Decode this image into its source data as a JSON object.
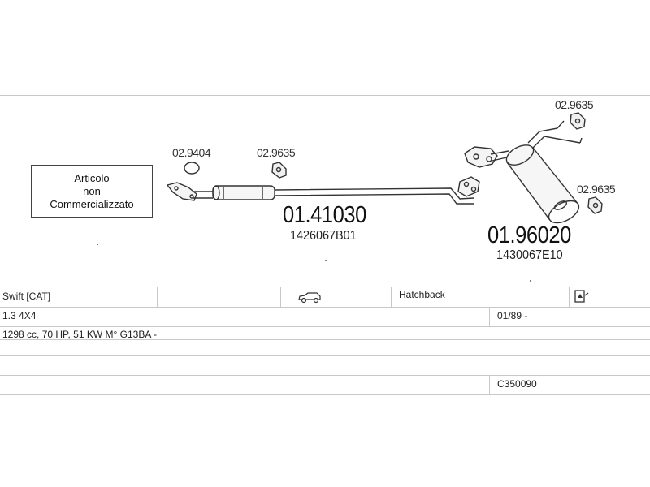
{
  "diagram": {
    "notice_lines": [
      "Articolo",
      "non",
      "Commercializzato"
    ],
    "parts": [
      {
        "code": "02.9404"
      },
      {
        "code": "02.9635"
      },
      {
        "code": "02.9635"
      },
      {
        "code": "02.9635"
      }
    ],
    "assemblies": [
      {
        "code": "01.41030",
        "oem": "1426067B01"
      },
      {
        "code": "01.96020",
        "oem": "1430067E10"
      }
    ]
  },
  "vehicle": {
    "model": "Swift  [CAT]",
    "body_icon": "car-icon",
    "body_type": "Hatchback",
    "doc_icon": "document-icon",
    "engine_variant": "1.3 4X4",
    "date_range": "01/89 -",
    "engine_spec": "1298 cc, 70 HP, 51 KW M° G13BA -",
    "catalog_code": "C350090"
  }
}
